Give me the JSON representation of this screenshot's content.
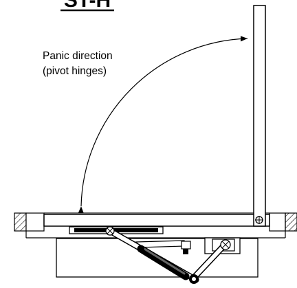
{
  "title": "ST-H",
  "annotation": {
    "line1": "Panic direction",
    "line2": "(pivot hinges)"
  },
  "colors": {
    "stroke": "#000000",
    "background": "#ffffff",
    "rod_dark": "#444444"
  }
}
